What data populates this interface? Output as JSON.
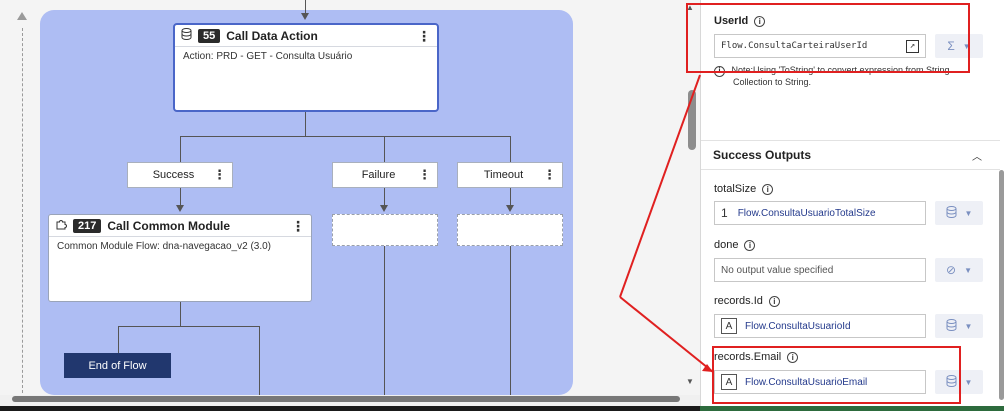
{
  "canvas": {
    "call_data_action": {
      "badge": "55",
      "title": "Call Data Action",
      "action": "Action: PRD - GET - Consulta Usuário"
    },
    "branches": [
      {
        "label": "Success"
      },
      {
        "label": "Failure"
      },
      {
        "label": "Timeout"
      }
    ],
    "call_common_module": {
      "badge": "217",
      "title": "Call Common Module",
      "flow": "Common Module Flow: dna-navegacao_v2 (3.0)"
    },
    "end_of_flow": "End of Flow"
  },
  "panel": {
    "userid": {
      "label": "UserId",
      "value": "Flow.ConsultaCarteiraUserId",
      "note_line1": "Note:Using 'ToString' to convert expression from String",
      "note_line2": "Collection to String."
    },
    "section_title": "Success Outputs",
    "outputs": [
      {
        "label": "totalSize",
        "type_icon": "1",
        "value": "Flow.ConsultaUsuarioTotalSize"
      },
      {
        "label": "done",
        "type_icon": "",
        "value": "No output value specified"
      },
      {
        "label": "records.Id",
        "type_icon": "A",
        "value": "Flow.ConsultaUsuarioId"
      },
      {
        "label": "records.Email",
        "type_icon": "A",
        "value": "Flow.ConsultaUsuarioEmail"
      }
    ]
  },
  "colors": {
    "flow_area": "#aebdf3",
    "selected_border": "#4a66c8",
    "end_of_flow": "#21376e",
    "annotation_red": "#e02020",
    "value_text": "#243a8c"
  }
}
